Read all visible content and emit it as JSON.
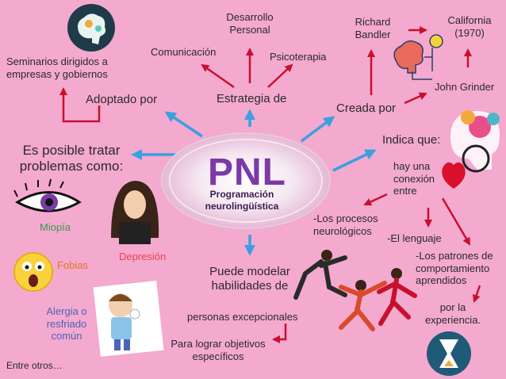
{
  "center": {
    "title": "PNL",
    "subtitle": "Programación neurolingüística"
  },
  "branches": {
    "estrategia": "Estrategia de",
    "desarrollo": "Desarrollo\nPersonal",
    "comunicacion": "Comunicación",
    "psicoterapia": "Psicoterapia",
    "adoptado": "Adoptado por",
    "seminarios": "Seminarios dirigidos a\nempresas y gobiernos",
    "creada": "Creada por",
    "richard": "Richard\nBandler",
    "california": "California\n(1970)",
    "john": "John Grinder",
    "tratar": "Es posible tratar\nproblemas como:",
    "miopia": "Miopía",
    "depresion": "Depresión",
    "fobias": "Fobias",
    "alergia": "Alergia o\nresfriado\ncomún",
    "entre": "Entre otros…",
    "indica": "Indica que:",
    "conexion": "hay una\nconexión\nentre",
    "procesos": "-Los procesos\nneurológicos",
    "lenguaje": "-El lenguaje",
    "patrones": "-Los patrones de\ncomportamiento\naprendidos",
    "experiencia": "por la\nexperiencia.",
    "modelar": "Puede modelar\nhabilidades de",
    "personas": "personas excepcionales",
    "objetivos": "Para lograr objetivos\nespecíficos"
  },
  "colors": {
    "background": "#f4a9cf",
    "blue_arrow": "#3aa0e0",
    "red_arrow": "#c8102e",
    "pnl": "#7b3aa6"
  },
  "icons": [
    "brain-gears-icon",
    "brain-bulb-icon",
    "head-gears-icon",
    "heart-icon",
    "eye-icon",
    "sad-girl-icon",
    "scared-face-icon",
    "sneezing-boy-icon",
    "hourglass-icon",
    "dancers-image"
  ]
}
